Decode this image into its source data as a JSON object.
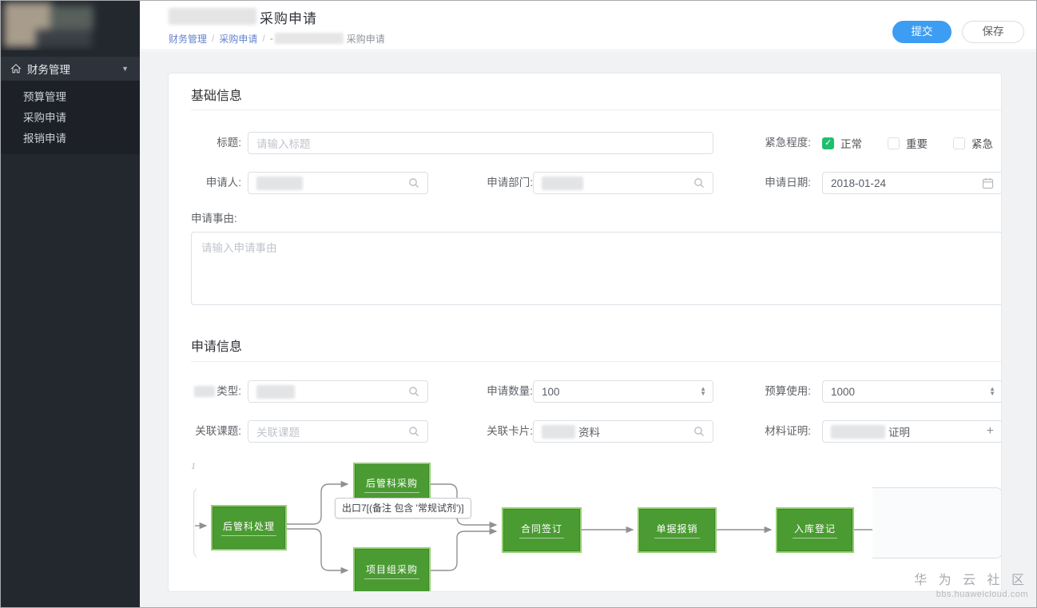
{
  "sidebar": {
    "parent": {
      "label": "财务管理"
    },
    "items": [
      {
        "label": "预算管理"
      },
      {
        "label": "采购申请"
      },
      {
        "label": "报销申请"
      }
    ]
  },
  "header": {
    "title": "采购申请",
    "breadcrumb": {
      "c1": "财务管理",
      "c2": "采购申请",
      "sep": "/",
      "cur_prefix": "-",
      "cur": "采购申请"
    },
    "submit_label": "提交",
    "save_label": "保存"
  },
  "basic": {
    "section_title": "基础信息",
    "title_label": "标题:",
    "title_placeholder": "请输入标题",
    "urgency_label": "紧急程度:",
    "urgency_options": [
      {
        "label": "正常",
        "checked": true
      },
      {
        "label": "重要",
        "checked": false
      },
      {
        "label": "紧急",
        "checked": false
      }
    ],
    "applicant_label": "申请人:",
    "dept_label": "申请部门:",
    "date_label": "申请日期:",
    "date_value": "2018-01-24",
    "reason_label": "申请事由:",
    "reason_placeholder": "请输入申请事由"
  },
  "request": {
    "section_title": "申请信息",
    "type_label": "类型:",
    "qty_label": "申请数量:",
    "qty_value": "100",
    "budget_label": "预算使用:",
    "budget_value": "1000",
    "topic_label": "关联课题:",
    "topic_placeholder": "关联课题",
    "card_label": "关联卡片:",
    "card_value": "资料",
    "material_label": "材料证明:",
    "material_value": "证明"
  },
  "flow": {
    "marker": "1",
    "tooltip": "出口7[(备注 包含 '常规试剂')]",
    "nodes": {
      "n1": "后管科处理",
      "n2": "后管科采购",
      "n3": "项目组采购",
      "n4": "合同签订",
      "n5": "单据报销",
      "n6": "入库登记"
    }
  },
  "watermark": {
    "line1": "华 为 云 社 区",
    "line2": "bbs.huaweicloud.com"
  },
  "colors": {
    "accent": "#3d9df3",
    "success_green": "#1ec06d",
    "node_green": "#4b9b33",
    "link_blue": "#6282cf"
  }
}
